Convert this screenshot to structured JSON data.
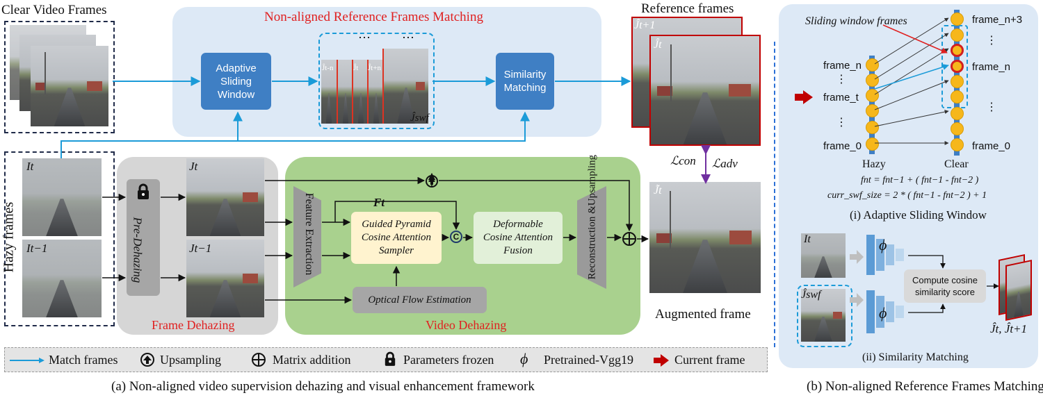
{
  "top": {
    "clear_video_frames": "Clear Video Frames",
    "matching_panel_title": "Non-aligned Reference Frames Matching",
    "adaptive_sliding_window": "Adaptive Sliding Window",
    "similarity_matching": "Similarity Matching",
    "swf_label": "Ĵswf",
    "reference_frames": "Reference frames",
    "ref_t1": "Ĵt+1",
    "ref_t": "Ĵt",
    "swf_dots": "⋯",
    "swf_inner": [
      "Ĵt-n",
      "Ĵt",
      "Ĵt+n"
    ]
  },
  "middle": {
    "hazy_frames": "Hazy frames",
    "i_t": "It",
    "i_t1": "It−1",
    "pre_dehazing": "Pre-Dehazing",
    "j_t": "Jt",
    "j_t1": "Jt−1",
    "frame_dehazing": "Frame Dehazing",
    "feature_extraction": "Feature Extraction",
    "f_t": "Ft",
    "gpcas": "Guided Pyramid Cosine Attention Sampler",
    "dcaf": "Deformable Cosine Attention Fusion",
    "optical_flow": "Optical Flow Estimation",
    "reconstruction": "Reconstruction &Upsampling",
    "video_dehazing": "Video Dehazing",
    "l_con": "ℒcon",
    "l_adv": "ℒadv",
    "jt_tilde": "J̃t",
    "augmented_frame": "Augmented frame"
  },
  "legend": {
    "match_frames": "Match frames",
    "upsampling": "Upsampling",
    "matrix_addition": "Matrix addition",
    "parameters_frozen": "Parameters frozen",
    "pretrained": "Pretrained-Vgg19",
    "current_frame": "Current frame"
  },
  "captions": {
    "a": "(a) Non-aligned video supervision dehazing and visual enhancement  framework",
    "b": "(b) Non-aligned Reference Frames Matching"
  },
  "right": {
    "sliding_window_frames": "Sliding window frames",
    "frame_n3": "frame_n+3",
    "frame_n_left": "frame_n",
    "frame_n_right": "frame_n",
    "frame_t": "frame_t",
    "frame_0_left": "frame_0",
    "frame_0_right": "frame_0",
    "vdots": "⋮",
    "hazy": "Hazy",
    "clear": "Clear",
    "formula1": "fnt = fnt−1 + ( fnt−1 - fnt−2 )",
    "formula2": "curr_swf_size = 2 * ( fnt−1 - fnt−2 ) + 1",
    "title_i": "(i) Adaptive Sliding Window",
    "i_t": "It",
    "j_swf": "Ĵswf",
    "phi": "ϕ",
    "compute": "Compute cosine similarity score",
    "output": "Ĵt, Ĵt+1",
    "title_ii": "(ii) Similarity Matching"
  },
  "colors": {
    "arrow_blue": "#1b9bd8",
    "panel_blue": "#dde9f6",
    "node_blue": "#3f7fc4",
    "panel_gray": "#d6d6d6",
    "panel_green": "#a9d18e",
    "title_red": "#e02020",
    "dot_yellow": "#f6b71b",
    "current_red": "#c00000"
  }
}
